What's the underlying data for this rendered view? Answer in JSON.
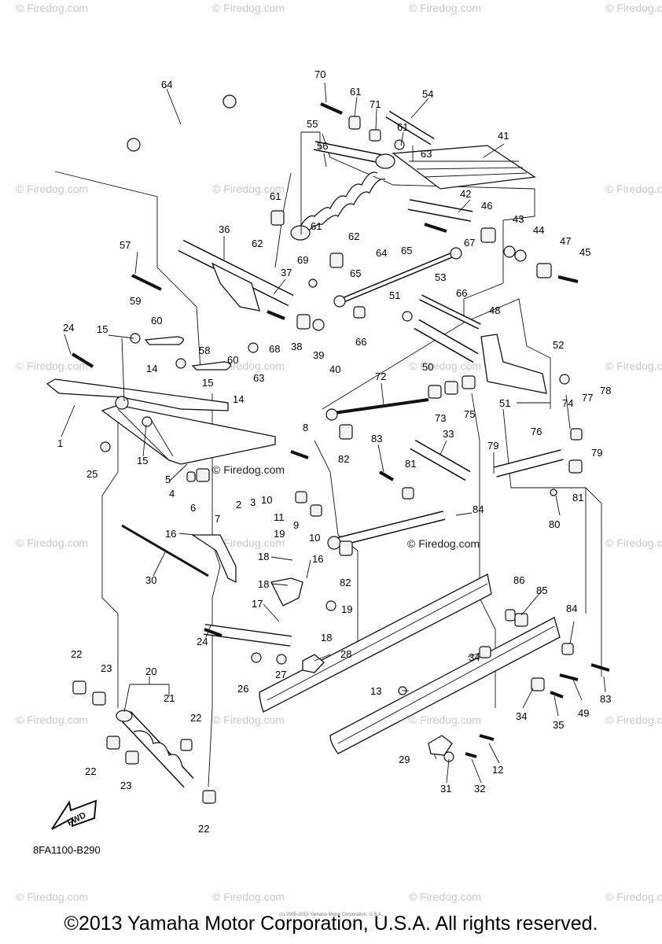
{
  "watermark": "© Firedog.com",
  "center_watermark": "© Firedog.com",
  "fwd_label": "FWD",
  "diagram_code": "8FA1100-B290",
  "tiny_note": "(c) 2005-2015 Yamaha Motor Corporation, U.S.A.",
  "copyright": "©2013 Yamaha Motor Corporation, U.S.A. All rights reserved.",
  "callouts": [
    "1",
    "2",
    "3",
    "4",
    "5",
    "6",
    "7",
    "8",
    "9",
    "10",
    "11",
    "12",
    "13",
    "14",
    "15",
    "16",
    "17",
    "18",
    "19",
    "20",
    "21",
    "22",
    "23",
    "24",
    "25",
    "26",
    "27",
    "28",
    "29",
    "30",
    "31",
    "32",
    "33",
    "34",
    "35",
    "36",
    "37",
    "38",
    "39",
    "40",
    "41",
    "42",
    "43",
    "44",
    "45",
    "46",
    "47",
    "48",
    "49",
    "50",
    "51",
    "52",
    "53",
    "54",
    "55",
    "56",
    "57",
    "58",
    "59",
    "60",
    "61",
    "62",
    "63",
    "64",
    "65",
    "66",
    "67",
    "68",
    "69",
    "70",
    "71",
    "72",
    "73",
    "74",
    "75",
    "76",
    "77",
    "78",
    "79",
    "80",
    "81",
    "82",
    "83",
    "84",
    "85",
    "86"
  ]
}
